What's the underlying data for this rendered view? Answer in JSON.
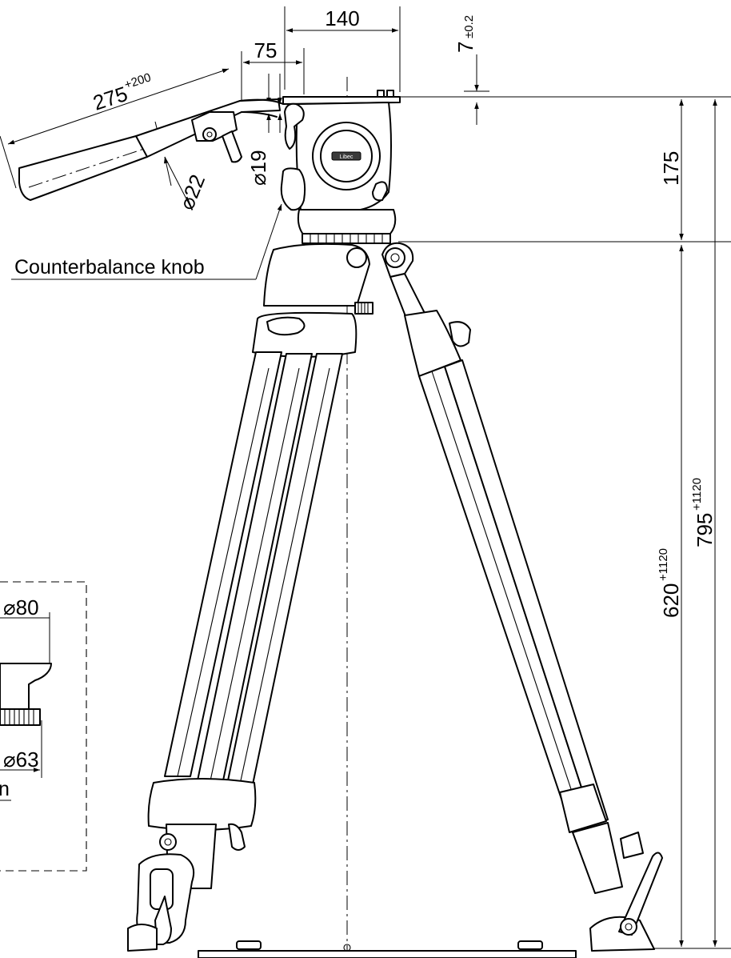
{
  "dimensions": {
    "head_width": "140",
    "plate_offset": "75",
    "plate_thickness": "7",
    "plate_tolerance": "±0.2",
    "handle_length": "275",
    "handle_extension": "+200",
    "handle_diameter_grip": "⌀22",
    "handle_diameter_tube": "⌀19",
    "head_height": "175",
    "leg_height": "620",
    "leg_height_extension": "+1120",
    "total_height": "795",
    "total_height_extension": "+1120",
    "bowl_diameter_top": "⌀80",
    "bowl_diameter_bottom": "⌀63"
  },
  "callouts": {
    "counterbalance_knob": "Counterbalance knob",
    "inset_label_fragment": "n"
  },
  "logo": {
    "text": "Libec"
  }
}
